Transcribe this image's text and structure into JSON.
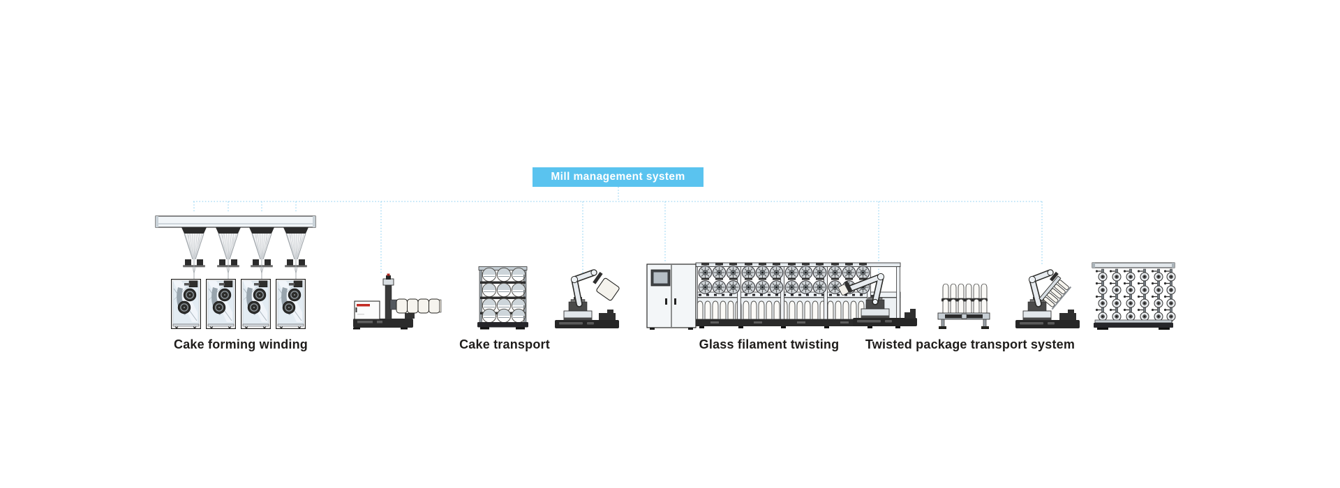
{
  "diagram": {
    "mill_box": {
      "label": "Mill management system",
      "bg_color": "#5ac3ef",
      "text_color": "#ffffff"
    },
    "connector_color": "#9fd8f3",
    "caption_color": "#1e1c1a",
    "captions": [
      {
        "id": "cake-forming-winding",
        "label": "Cake forming winding"
      },
      {
        "id": "cake-transport",
        "label": "Cake transport"
      },
      {
        "id": "glass-filament-twisting",
        "label": "Glass filament twisting"
      },
      {
        "id": "twisted-package-transport-system",
        "label": "Twisted package transport system"
      }
    ],
    "equipment": [
      "bushing-rail",
      "filament-fans",
      "winding-machines",
      "cake-shuttle-agv",
      "cake-rack",
      "cake-transport-robot",
      "twisting-control-cabinet",
      "twisting-frame",
      "doffing-robot",
      "bobbin-cart",
      "package-transport-robot",
      "creel"
    ]
  }
}
